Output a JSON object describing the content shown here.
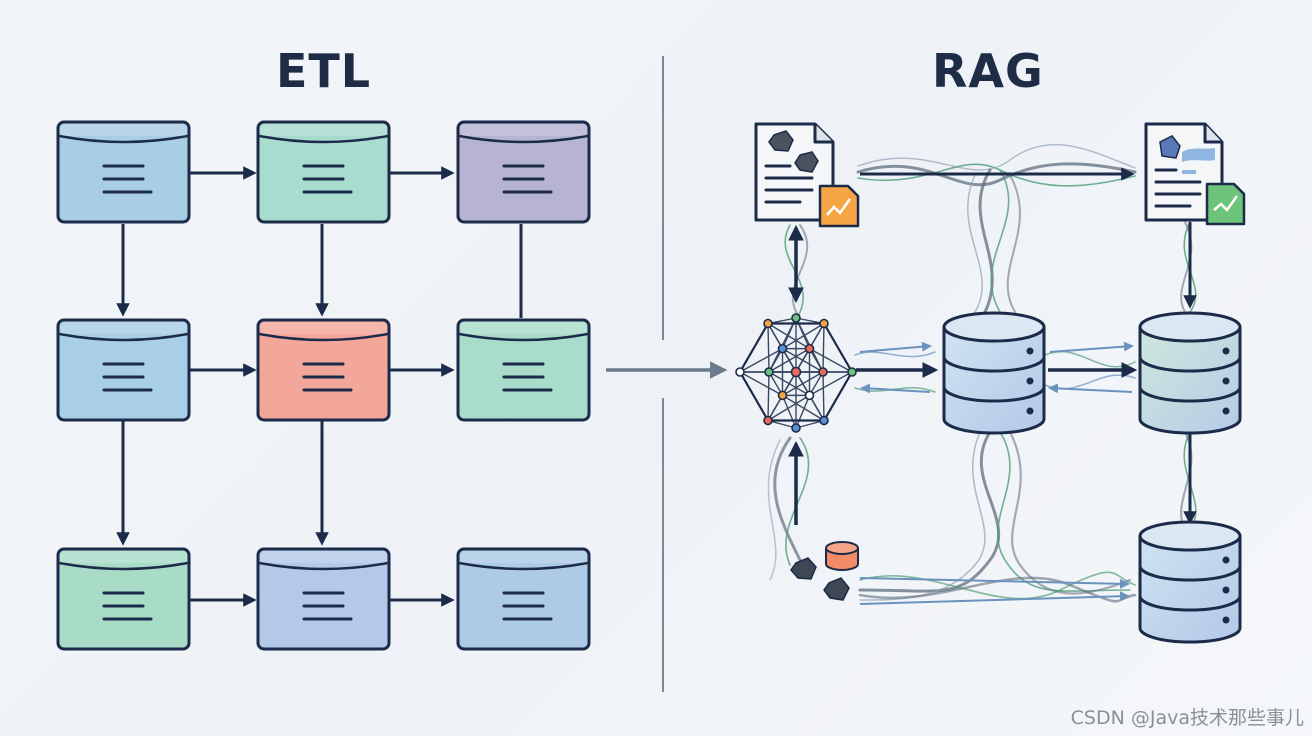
{
  "etl": {
    "title": "ETL",
    "grid": [
      [
        {
          "fill": "#a9cde3"
        },
        {
          "fill": "#a8dccf"
        },
        {
          "fill": "#b7b3d2"
        }
      ],
      [
        {
          "fill": "#a8cfe5"
        },
        {
          "fill": "#f3a79a"
        },
        {
          "fill": "#a9dccb"
        }
      ],
      [
        {
          "fill": "#a9dcc7"
        },
        {
          "fill": "#b4c9e8"
        },
        {
          "fill": "#aecbe6"
        }
      ]
    ]
  },
  "rag": {
    "title": "RAG"
  },
  "colors": {
    "navy": "#1c2b4a",
    "green": "#4e9e78",
    "gray": "#5f6d7e",
    "divider": "#7a8796",
    "orange": "#f6a545",
    "docgreen": "#6cc47a"
  },
  "watermark": "CSDN @Java技术那些事儿"
}
